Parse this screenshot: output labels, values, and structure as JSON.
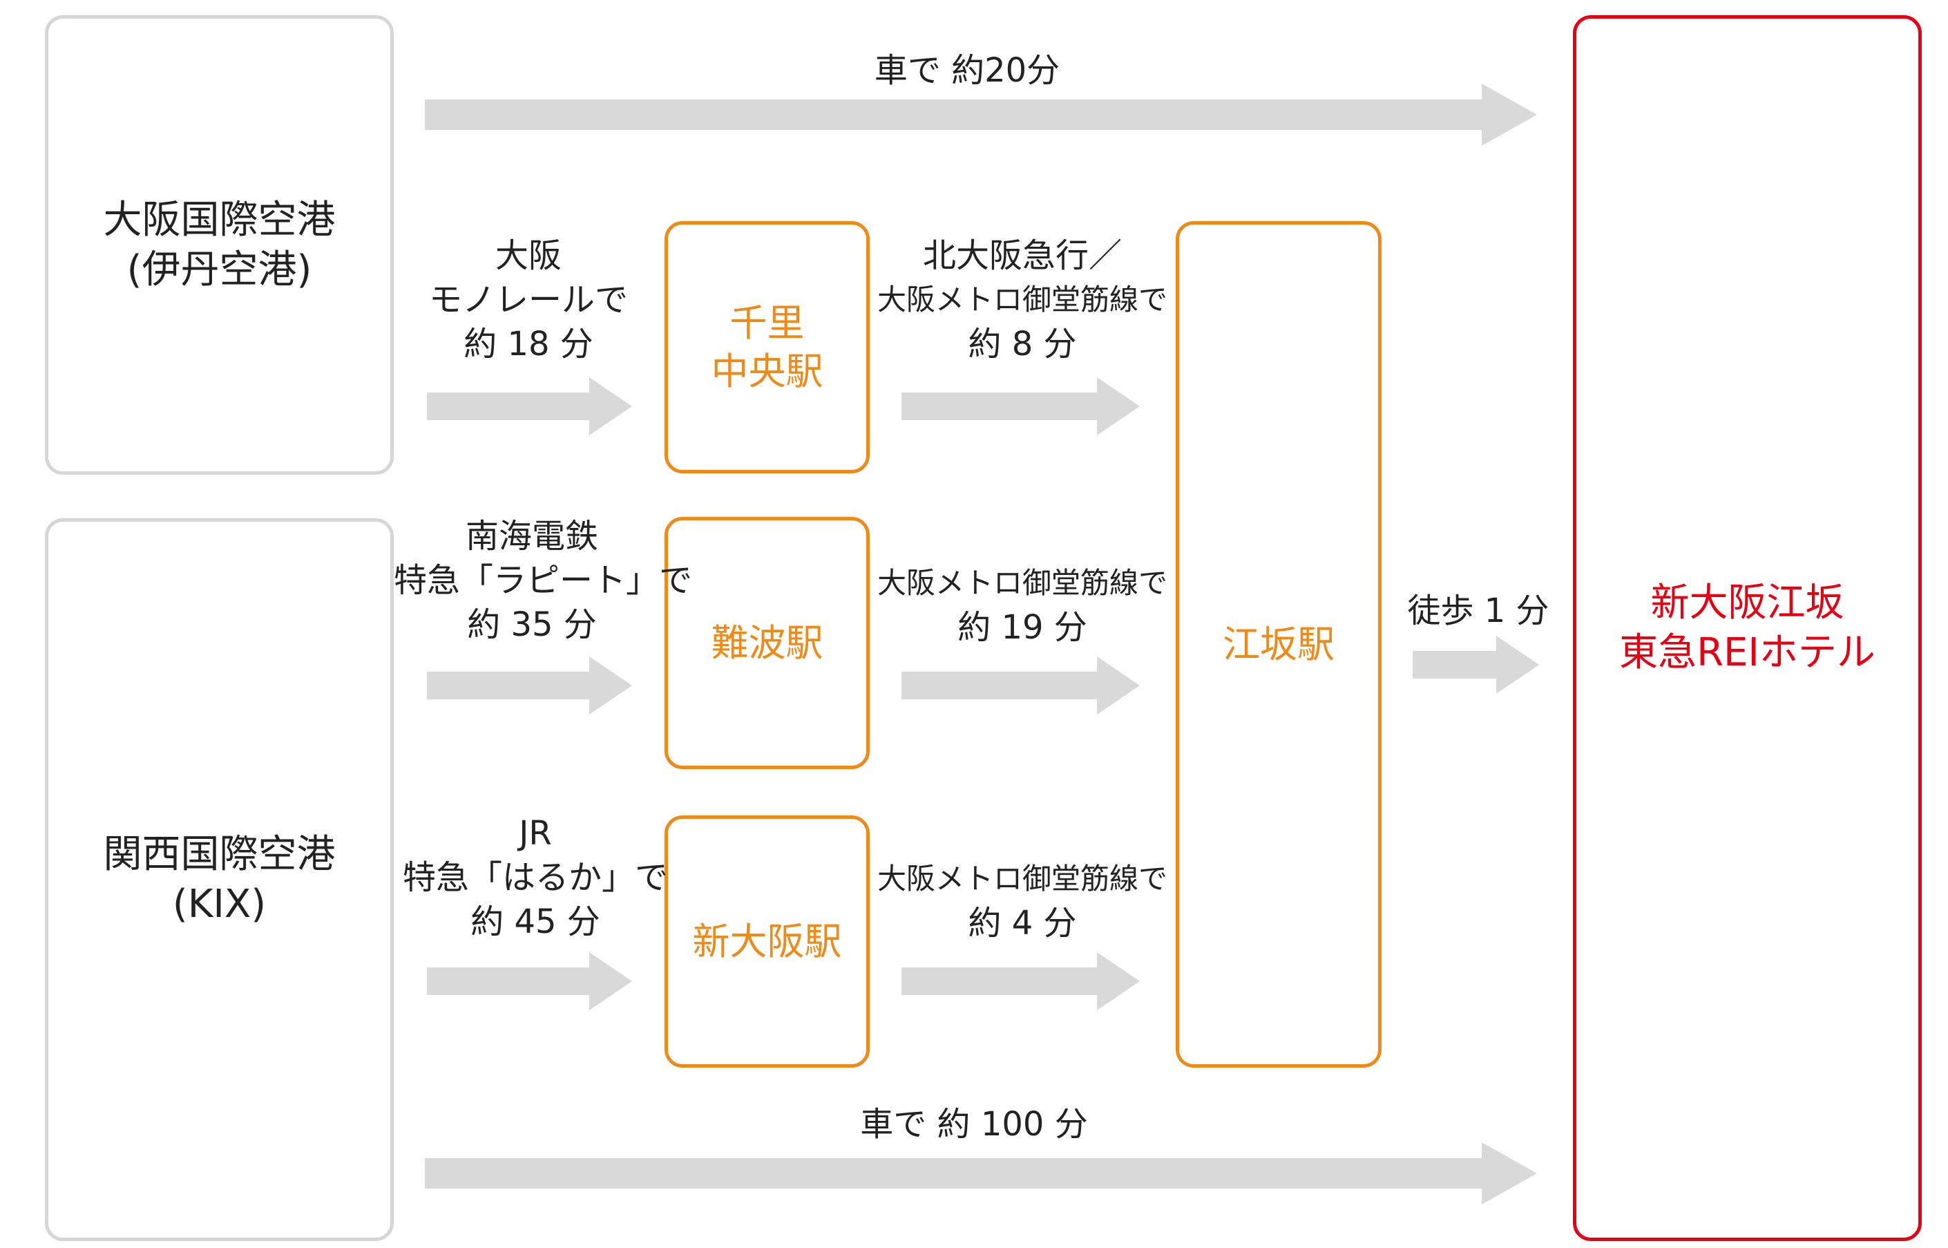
{
  "colors": {
    "airport_border": "#d6d6d6",
    "station": "#ef8a17",
    "hotel": "#e60012",
    "arrow": "#d9d9d9",
    "text": "#222222"
  },
  "airports": {
    "itami": {
      "line1": "大阪国際空港",
      "line2": "(伊丹空港)"
    },
    "kix": {
      "line1": "関西国際空港",
      "line2": "(KIX)"
    }
  },
  "stations": {
    "senri_chuo": {
      "line1": "千里",
      "line2": "中央駅"
    },
    "namba": {
      "line1": "難波駅"
    },
    "shin_osaka": {
      "line1": "新大阪駅"
    },
    "esaka": {
      "line1": "江坂駅"
    }
  },
  "hotel": {
    "line1": "新大阪江坂",
    "line2": "東急REIホテル"
  },
  "routes": {
    "car_itami": {
      "line1": "車で 約20分"
    },
    "monorail": {
      "line1": "大阪",
      "line2": "モノレールで",
      "line3": "約 18 分"
    },
    "nankai": {
      "line1": "南海電鉄",
      "line2": "特急「ラピート」で",
      "line3": "約 35 分"
    },
    "jr": {
      "line1": "JR",
      "line2": "特急「はるか」で",
      "line3": "約 45 分"
    },
    "kitakyu": {
      "line1": "北大阪急行／",
      "line2": "大阪メトロ御堂筋線で",
      "line3": "約 8 分"
    },
    "midosuji_namba": {
      "line1": "大阪メトロ御堂筋線で",
      "line2": "約 19 分"
    },
    "midosuji_shin": {
      "line1": "大阪メトロ御堂筋線で",
      "line2": "約 4 分"
    },
    "walk": {
      "line1": "徒歩 1 分"
    },
    "car_kix": {
      "line1": "車で 約 100 分"
    }
  }
}
